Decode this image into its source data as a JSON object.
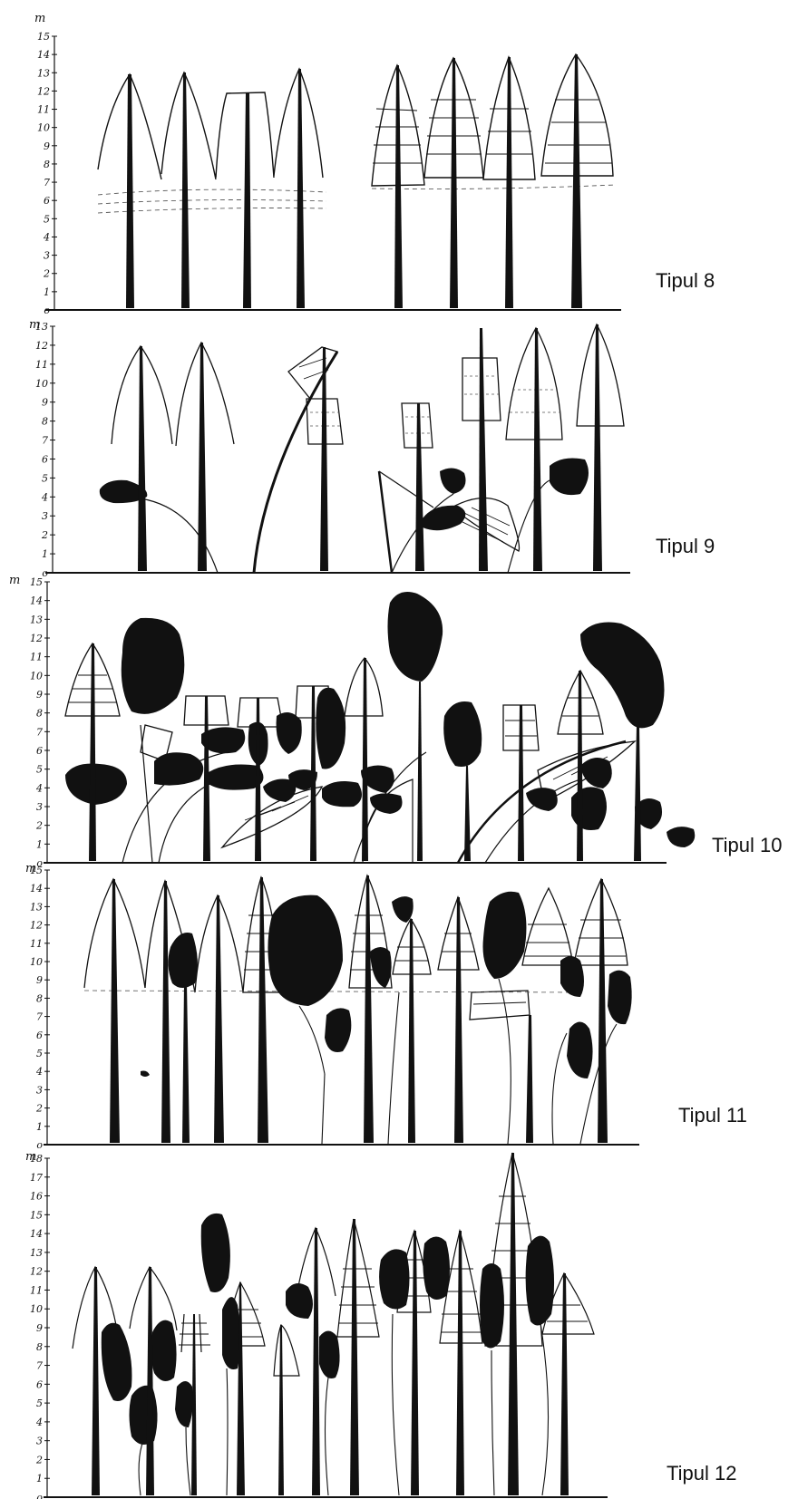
{
  "figure": {
    "panels": [
      {
        "label": "Tipul 8",
        "unit": "m",
        "ymax": 15
      },
      {
        "label": "Tipul 9",
        "unit": "m",
        "ymax": 13
      },
      {
        "label": "Tipul 10",
        "unit": "m",
        "ymax": 15
      },
      {
        "label": "Tipul 11",
        "unit": "m",
        "ymax": 15
      },
      {
        "label": "Tipul 12",
        "unit": "m",
        "ymax": 18
      }
    ]
  }
}
